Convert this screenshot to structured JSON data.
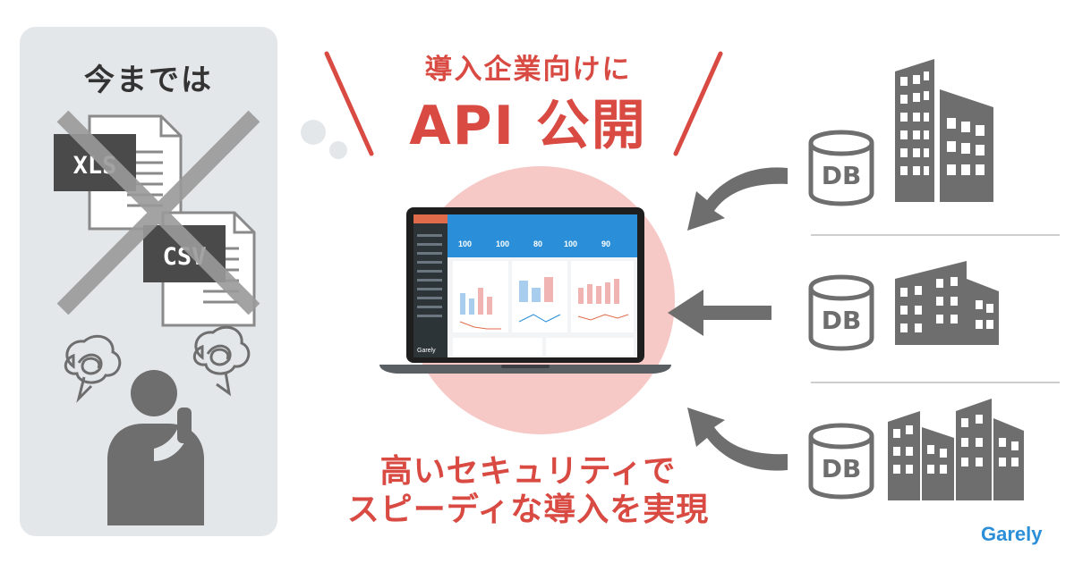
{
  "left_panel": {
    "title": "今までは"
  },
  "files": [
    {
      "label": "XLS"
    },
    {
      "label": "CSV"
    }
  ],
  "header": {
    "lead": "導入企業向けに",
    "headline": "API 公開"
  },
  "tagline": {
    "line1": "高いセキュリティで",
    "line2": "スピーディな導入を実現"
  },
  "laptop": {
    "app_name": "Garely",
    "stats": [
      {
        "value": "100"
      },
      {
        "value": "100"
      },
      {
        "value": "80"
      },
      {
        "value": "100"
      },
      {
        "value": "90"
      }
    ]
  },
  "databases": [
    {
      "label": "DB"
    },
    {
      "label": "DB"
    },
    {
      "label": "DB"
    }
  ],
  "brand": {
    "logo_text": "Garely"
  },
  "colors": {
    "accent": "#d84a42",
    "brand": "#2a8fd8",
    "gray": "#6e6e6e",
    "panel": "#e4e7ea"
  },
  "icons": [
    "document-icon",
    "cross-out-icon",
    "confused-person-icon",
    "scribble-icon",
    "thought-bubble-icon",
    "laptop-icon",
    "database-icon",
    "building-icon",
    "arrow-icon"
  ]
}
